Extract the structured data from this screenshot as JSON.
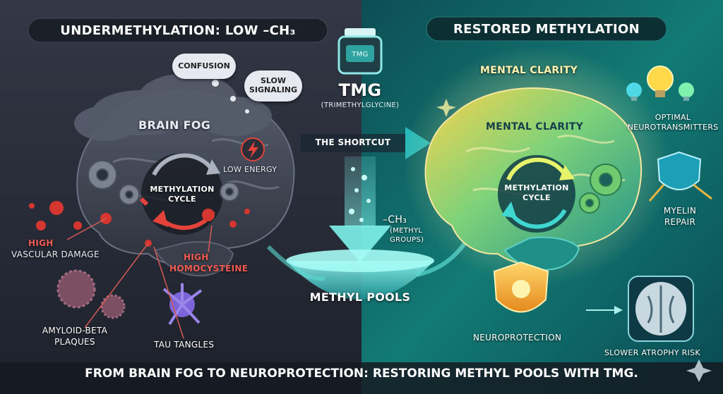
{
  "left_panel": {
    "title": "UNDERMETHYLATION: LOW –CH₃",
    "bubble_confusion": "CONFUSION",
    "bubble_slow": "SLOW SIGNALING",
    "brain_fog": "BRAIN FOG",
    "low_energy": "LOW ENERGY",
    "cycle": "METHYLATION CYCLE",
    "vascular_high": "HIGH",
    "vascular": "VASCULAR DAMAGE",
    "homocysteine_high": "HIGH",
    "homocysteine": "HOMOCYSTEINE",
    "amyloid": "AMYLOID-BETA PLAQUES",
    "tau": "TAU TANGLES"
  },
  "middle": {
    "bottle_label": "TMG",
    "tmg": "TMG",
    "tmg_full": "(TRIMETHYLGLYCINE)",
    "shortcut": "THE SHORTCUT",
    "ch3": "–CH₃",
    "ch3_note": "(METHYL GROUPS)",
    "pool": "METHYL POOLS"
  },
  "right_panel": {
    "title": "RESTORED METHYLATION",
    "clarity_top": "MENTAL CLARITY",
    "clarity_brain": "MENTAL CLARITY",
    "cycle": "METHYLATION CYCLE",
    "neurotransmitters": "OPTIMAL NEUROTRANSMITTERS",
    "myelin": "MYELIN REPAIR",
    "neuroprotection": "NEUROPROTECTION",
    "atrophy": "SLOWER ATROPHY RISK"
  },
  "caption": "FROM BRAIN FOG TO NEUROPROTECTION: RESTORING METHYL POOLS WITH TMG.",
  "colors": {
    "left_bg": "#2b303d",
    "right_bg": "#0f5f63",
    "danger": "#e4433b",
    "teal": "#3fd7d0",
    "gold": "#f6c53c"
  }
}
